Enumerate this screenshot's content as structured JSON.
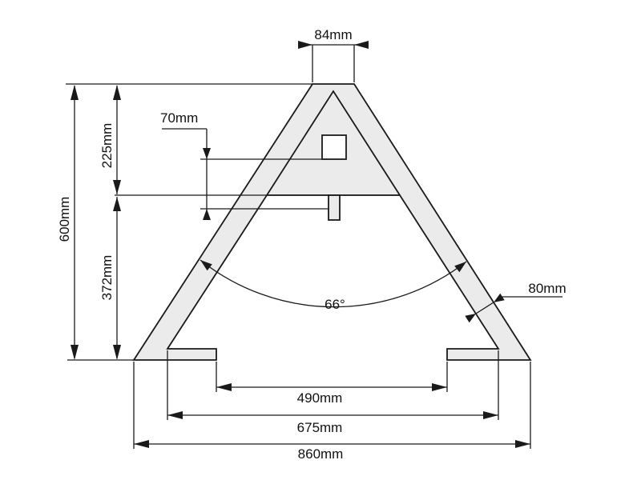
{
  "drawing": {
    "kind": "technical-dimension-drawing",
    "subject": "A-frame trestle with square hole, center tab and foot cleats",
    "background_color": "#ffffff",
    "panel_fill_color": "#ebebeb",
    "line_color": "#1a1a1a"
  },
  "dimensions": {
    "top_width": "84mm",
    "square_hole_offset": "70mm",
    "upper_section_height": "225mm",
    "overall_height": "600mm",
    "lower_section_height": "372mm",
    "leg_angle": "66°",
    "leg_thickness": "80mm",
    "inner_foot_span": "490mm",
    "mid_foot_span": "675mm",
    "overall_base_width": "860mm"
  }
}
